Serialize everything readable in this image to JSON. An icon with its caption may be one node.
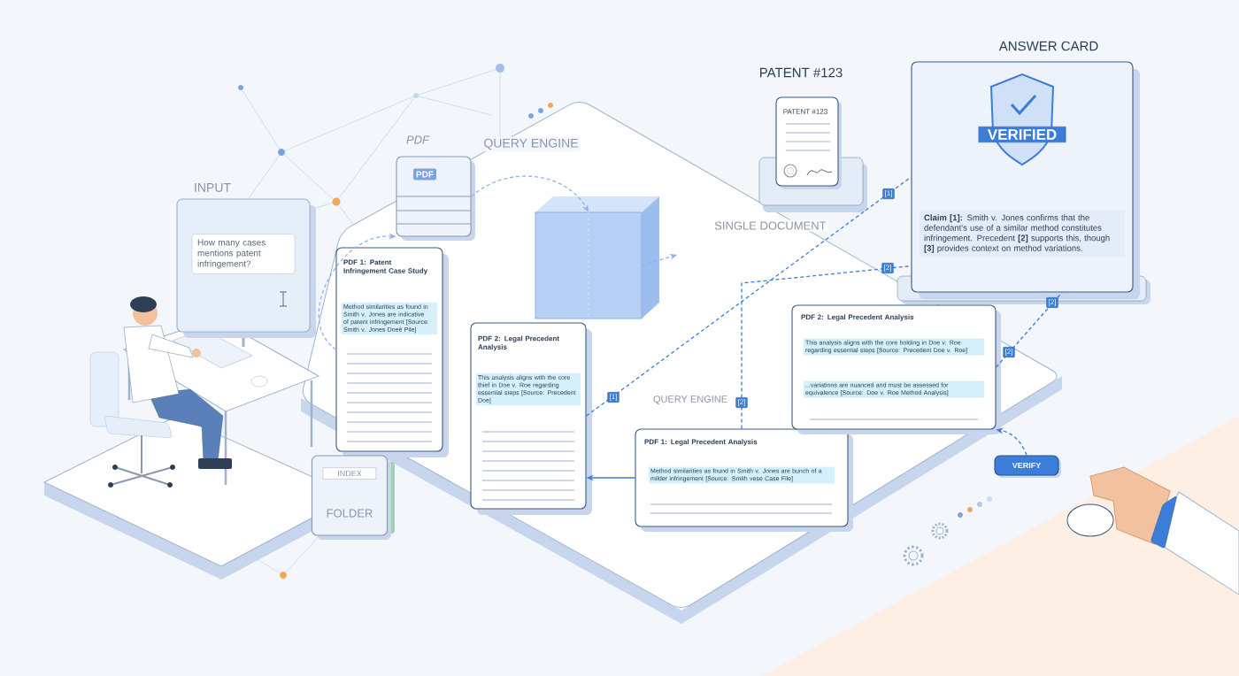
{
  "diagram": {
    "nodes": [
      {
        "text": [
          "INPUT",
          "How many cases mentions patent infringement?"
        ]
      },
      {
        "text": [
          "PDF",
          "PDF"
        ]
      },
      {
        "text": [],
        "shape": "cube"
      },
      {
        "text": [
          "PDF 1: Patent Infringement Case Study",
          "Method similarities as found in Smith v. Jones are indicative of patent infringement [Source: Smith v. Jones Doeê Pile]"
        ]
      },
      {
        "text": [
          "PDF 2: Legal Precedent Analysis",
          "This analysis aligns with the core thief in Doe v. Roe regarding essential steps [Source: Precedent Doe]"
        ]
      },
      {
        "text": [
          "INDEX",
          "FOLDER"
        ]
      },
      {
        "text": [
          "PDF 1: Legal Precedent Analysis",
          "Method similarities as found in Smith v. Jones are bunch of a milder infringement [Source: Smith vese Case File]"
        ]
      },
      {
        "text": [
          "PDF 2: Legal Precedent Analysis",
          "This analysis aligns with the core holding in Doe v. Roe regarding essential steps [Source: Precedent Doe v. Roe]",
          "...variations are nuanced and must be assessed for equivalence [Source: Doe v. Roe Method Analysis]"
        ]
      },
      {
        "text": [
          "PATENT #123",
          "PATENT #123"
        ]
      },
      {
        "text": [
          "ANSWER CARD",
          "VERIFIED",
          "**Claim [1]:** Smith v. Jones confirms that the defendant's use of a similar method constitutes infringement. Precedent **[2]** supports this, though **[3]** provides context on method variations."
        ]
      },
      {
        "text": [
          "VERIFY"
        ]
      }
    ],
    "edges": [
      {
        "from": 1,
        "to": 2,
        "arrow": "to",
        "style": "dashed",
        "color": "#8db3ea"
      },
      {
        "from": 2,
        "to": null,
        "arrow": "to",
        "style": "dashed",
        "color": "#8db3ea"
      },
      {
        "from": 3,
        "to": 1,
        "arrow": "to",
        "style": "dashed",
        "color": "#8db3ea"
      },
      {
        "from": 6,
        "to": 4,
        "arrow": "to"
      },
      {
        "from": 4,
        "to": 9,
        "arrow": "none",
        "style": "dashed",
        "label": "[1]"
      },
      {
        "from": 6,
        "to": 9,
        "arrow": "none",
        "style": "dashed",
        "label": "[2]"
      },
      {
        "from": 7,
        "to": 9,
        "arrow": "none",
        "style": "dashed",
        "label": "[2]"
      },
      {
        "from": 10,
        "to": 7,
        "arrow": "to",
        "style": "dashed"
      }
    ],
    "labels": [
      "QUERY ENGINE",
      "SINGLE DOCUMENT",
      "QUERY ENGINE",
      "[1]",
      "[2]",
      "[2]"
    ]
  }
}
